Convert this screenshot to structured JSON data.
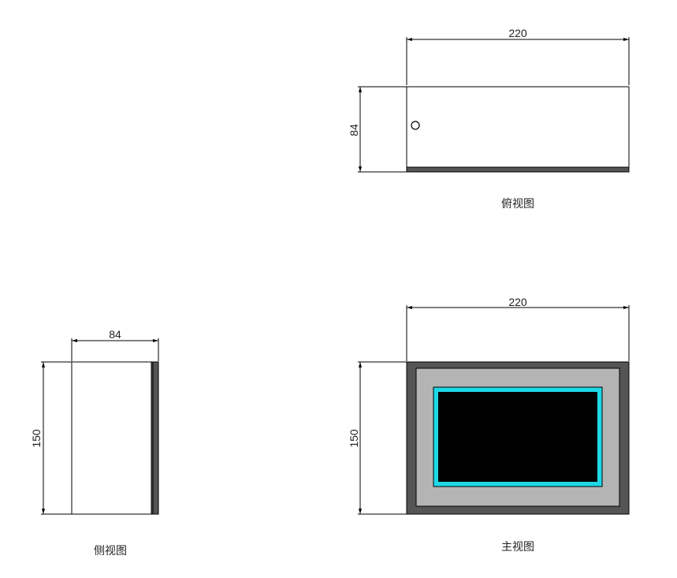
{
  "views": {
    "top": {
      "caption": "俯视图",
      "width_dim": "220",
      "depth_dim": "84"
    },
    "side": {
      "caption": "侧视图",
      "width_dim": "84",
      "height_dim": "150"
    },
    "front": {
      "caption": "主视图",
      "width_dim": "220",
      "height_dim": "150"
    }
  },
  "colors": {
    "frame_outer": "#555555",
    "frame_inner": "#b4b4b4",
    "screen_border": "#1ed8e6",
    "screen": "#000000",
    "line": "#000000"
  }
}
